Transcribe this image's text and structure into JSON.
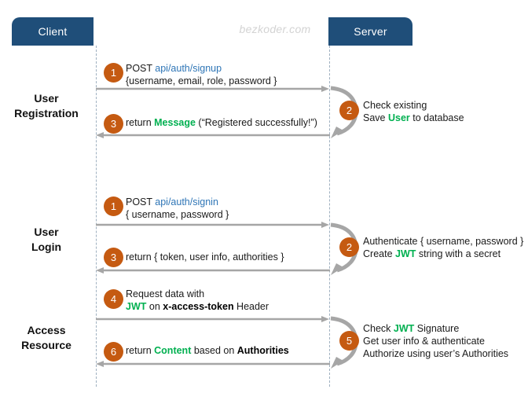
{
  "diagram": {
    "title": "JWT Authentication Sequence Diagram",
    "watermark": "bezkoder.com",
    "colors": {
      "actor_box": "#1F4E79",
      "step_badge": "#C55A11",
      "arrow": "#A6A6A6",
      "endpoint_text": "#2E75B6",
      "highlight_text": "#00B050",
      "lifeline": "#9FB0C0"
    },
    "actors": [
      {
        "id": "client",
        "label": "Client"
      },
      {
        "id": "server",
        "label": "Server"
      }
    ],
    "sections": [
      {
        "id": "registration",
        "label_line1": "User",
        "label_line2": "Registration"
      },
      {
        "id": "login",
        "label_line1": "User",
        "label_line2": "Login"
      },
      {
        "id": "access",
        "label_line1": "Access",
        "label_line2": "Resource"
      }
    ],
    "steps": [
      {
        "number": "1",
        "section": "registration",
        "kind": "request",
        "direction": "client-to-server",
        "lines": [
          [
            {
              "t": "POST ",
              "s": "plain"
            },
            {
              "t": "api/auth/signup",
              "s": "endpoint"
            }
          ],
          [
            {
              "t": "{username, email, role, password }",
              "s": "plain"
            }
          ]
        ]
      },
      {
        "number": "2",
        "section": "registration",
        "kind": "self",
        "direction": "server-self",
        "lines": [
          [
            {
              "t": "Check existing",
              "s": "plain"
            }
          ],
          [
            {
              "t": "Save ",
              "s": "plain"
            },
            {
              "t": "User",
              "s": "highlight"
            },
            {
              "t": " to database",
              "s": "plain"
            }
          ]
        ]
      },
      {
        "number": "3",
        "section": "registration",
        "kind": "response",
        "direction": "server-to-client",
        "lines": [
          [
            {
              "t": "return ",
              "s": "plain"
            },
            {
              "t": "Message",
              "s": "highlight"
            },
            {
              "t": " (“Registered successfully!”)",
              "s": "plain"
            }
          ]
        ]
      },
      {
        "number": "1",
        "section": "login",
        "kind": "request",
        "direction": "client-to-server",
        "lines": [
          [
            {
              "t": "POST ",
              "s": "plain"
            },
            {
              "t": "api/auth/signin",
              "s": "endpoint"
            }
          ],
          [
            {
              "t": "{ username, password }",
              "s": "plain"
            }
          ]
        ]
      },
      {
        "number": "2",
        "section": "login",
        "kind": "self",
        "direction": "server-self",
        "lines": [
          [
            {
              "t": "Authenticate { username, password }",
              "s": "plain"
            }
          ],
          [
            {
              "t": "Create ",
              "s": "plain"
            },
            {
              "t": "JWT",
              "s": "highlight"
            },
            {
              "t": " string with a secret",
              "s": "plain"
            }
          ]
        ]
      },
      {
        "number": "3",
        "section": "login",
        "kind": "response",
        "direction": "server-to-client",
        "lines": [
          [
            {
              "t": "return { token, user info, authorities }",
              "s": "plain"
            }
          ]
        ]
      },
      {
        "number": "4",
        "section": "access",
        "kind": "request",
        "direction": "client-to-server",
        "lines": [
          [
            {
              "t": "Request  data with",
              "s": "plain"
            }
          ],
          [
            {
              "t": "JWT",
              "s": "highlight"
            },
            {
              "t": " on ",
              "s": "plain"
            },
            {
              "t": "x-access-token",
              "s": "bold"
            },
            {
              "t": " Header",
              "s": "plain"
            }
          ]
        ]
      },
      {
        "number": "5",
        "section": "access",
        "kind": "self",
        "direction": "server-self",
        "lines": [
          [
            {
              "t": "Check ",
              "s": "plain"
            },
            {
              "t": "JWT",
              "s": "highlight"
            },
            {
              "t": " Signature",
              "s": "plain"
            }
          ],
          [
            {
              "t": "Get user info & authenticate",
              "s": "plain"
            }
          ],
          [
            {
              "t": "Authorize using user’s Authorities",
              "s": "plain"
            }
          ]
        ]
      },
      {
        "number": "6",
        "section": "access",
        "kind": "response",
        "direction": "server-to-client",
        "lines": [
          [
            {
              "t": "return ",
              "s": "plain"
            },
            {
              "t": "Content",
              "s": "highlight"
            },
            {
              "t": " based on ",
              "s": "plain"
            },
            {
              "t": "Authorities",
              "s": "bold"
            }
          ]
        ]
      }
    ]
  }
}
